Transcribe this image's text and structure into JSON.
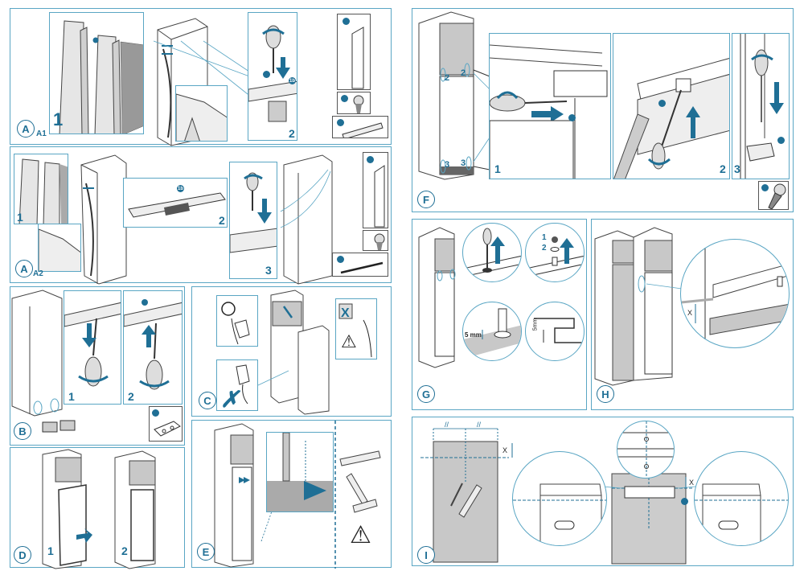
{
  "document": {
    "title": "Built-in refrigerator installation instructions",
    "accent_color": "#1f6f95",
    "border_color": "#5aa6c4",
    "panel_fill": "#c8c8c8"
  },
  "panels": {
    "A1": {
      "letter": "A",
      "sub": "A1",
      "steps": [
        "1",
        "2"
      ],
      "part_labels": [
        "1b"
      ]
    },
    "A2": {
      "letter": "A",
      "sub": "A2",
      "steps": [
        "1",
        "2",
        "3"
      ],
      "part_labels": [
        "1b"
      ]
    },
    "B": {
      "letter": "B",
      "steps": [
        "1",
        "2"
      ]
    },
    "C": {
      "letter": "C",
      "warning": "warning-triangle"
    },
    "D": {
      "letter": "D",
      "steps": [
        "1",
        "2"
      ]
    },
    "E": {
      "letter": "E",
      "warning": "warning-triangle"
    },
    "F": {
      "letter": "F",
      "steps": [
        "1",
        "2",
        "3"
      ],
      "callouts": [
        "2",
        "2",
        "3",
        "3"
      ]
    },
    "G": {
      "letter": "G",
      "nut_label": "1",
      "washer_label": "2",
      "dim1": "5 mm",
      "dim2": "5mm"
    },
    "H": {
      "letter": "H",
      "dim": "X"
    },
    "I": {
      "letter": "I",
      "dim": "X",
      "dim2": "X",
      "equal_mark": "//"
    }
  }
}
